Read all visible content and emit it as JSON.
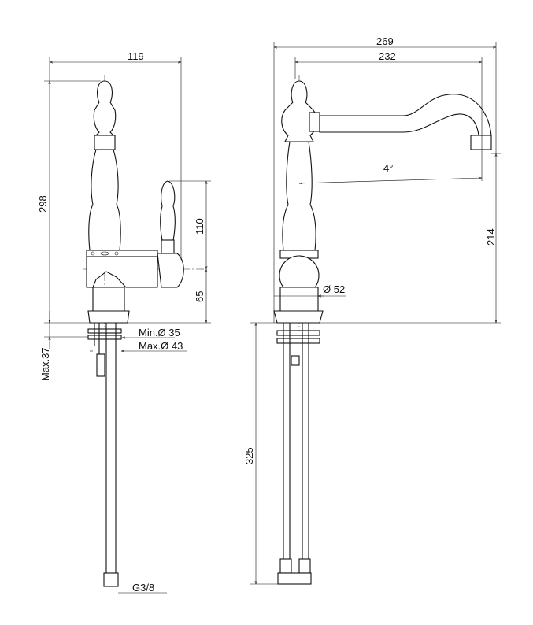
{
  "side_view": {
    "width_dim": "119",
    "height_dim": "298",
    "lever_dim": "110",
    "axis_dim": "65",
    "hole_min": "Min.Ø 35",
    "hole_max": "Max.Ø 43",
    "deck_max": "Max.37",
    "thread": "G3/8"
  },
  "front_view": {
    "overall_reach": "269",
    "spout_reach": "232",
    "spout_angle": "4°",
    "spout_height": "214",
    "body_diameter": "Ø 52",
    "hose_length": "325"
  }
}
